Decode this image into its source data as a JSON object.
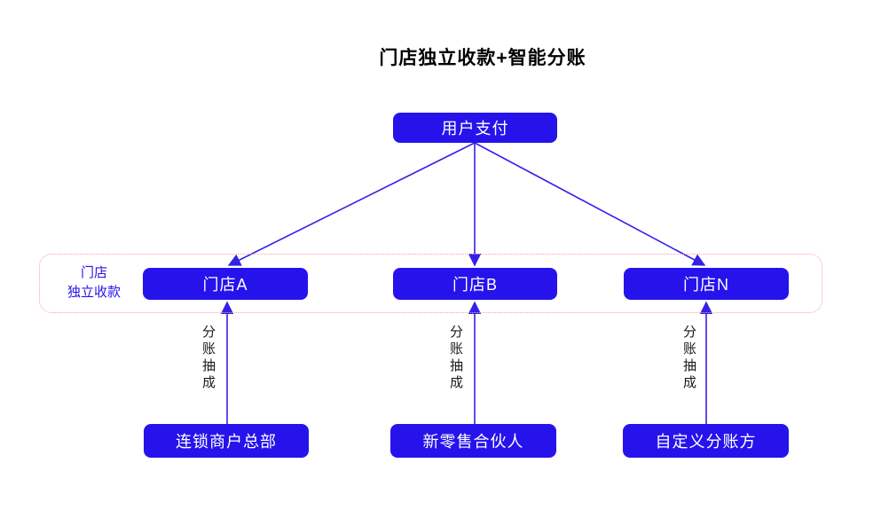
{
  "title": "门店独立收款+智能分账",
  "colors": {
    "node_fill": "#2613ec",
    "node_text": "#ffffff",
    "arrow": "#3520e8",
    "container_border": "#f2a2a2",
    "container_label": "#2613ec",
    "label_text": "#1a1a1a"
  },
  "diagram": {
    "top_node": {
      "label": "用户支付"
    },
    "container": {
      "label": "门店\n独立收款"
    },
    "stores": [
      {
        "label": "门店A"
      },
      {
        "label": "门店B"
      },
      {
        "label": "门店N"
      }
    ],
    "bottom_nodes": [
      {
        "label": "连锁商户总部"
      },
      {
        "label": "新零售合伙人"
      },
      {
        "label": "自定义分账方"
      }
    ],
    "edge_labels": [
      "分账抽成",
      "分账抽成",
      "分账抽成"
    ]
  }
}
